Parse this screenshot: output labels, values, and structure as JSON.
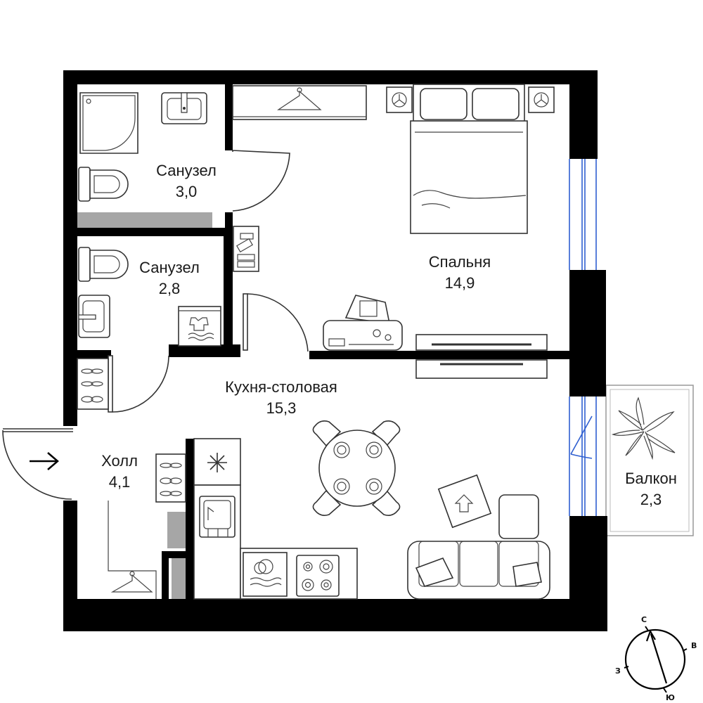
{
  "rooms": [
    {
      "id": "bathroom-1",
      "name": "Санузел",
      "area": "3,0"
    },
    {
      "id": "bathroom-2",
      "name": "Санузел",
      "area": "2,8"
    },
    {
      "id": "bedroom",
      "name": "Спальня",
      "area": "14,9"
    },
    {
      "id": "kitchen-dining",
      "name": "Кухня-столовая",
      "area": "15,3"
    },
    {
      "id": "hall",
      "name": "Холл",
      "area": "4,1"
    },
    {
      "id": "balcony",
      "name": "Балкон",
      "area": "2,3"
    }
  ],
  "compass": {
    "north": "С",
    "east": "В",
    "south": "Ю",
    "west": "З"
  },
  "colors": {
    "wall": "#000000",
    "window": "#2f5fd0",
    "shaft": "#a6a6a6",
    "furniture": "#333333"
  }
}
